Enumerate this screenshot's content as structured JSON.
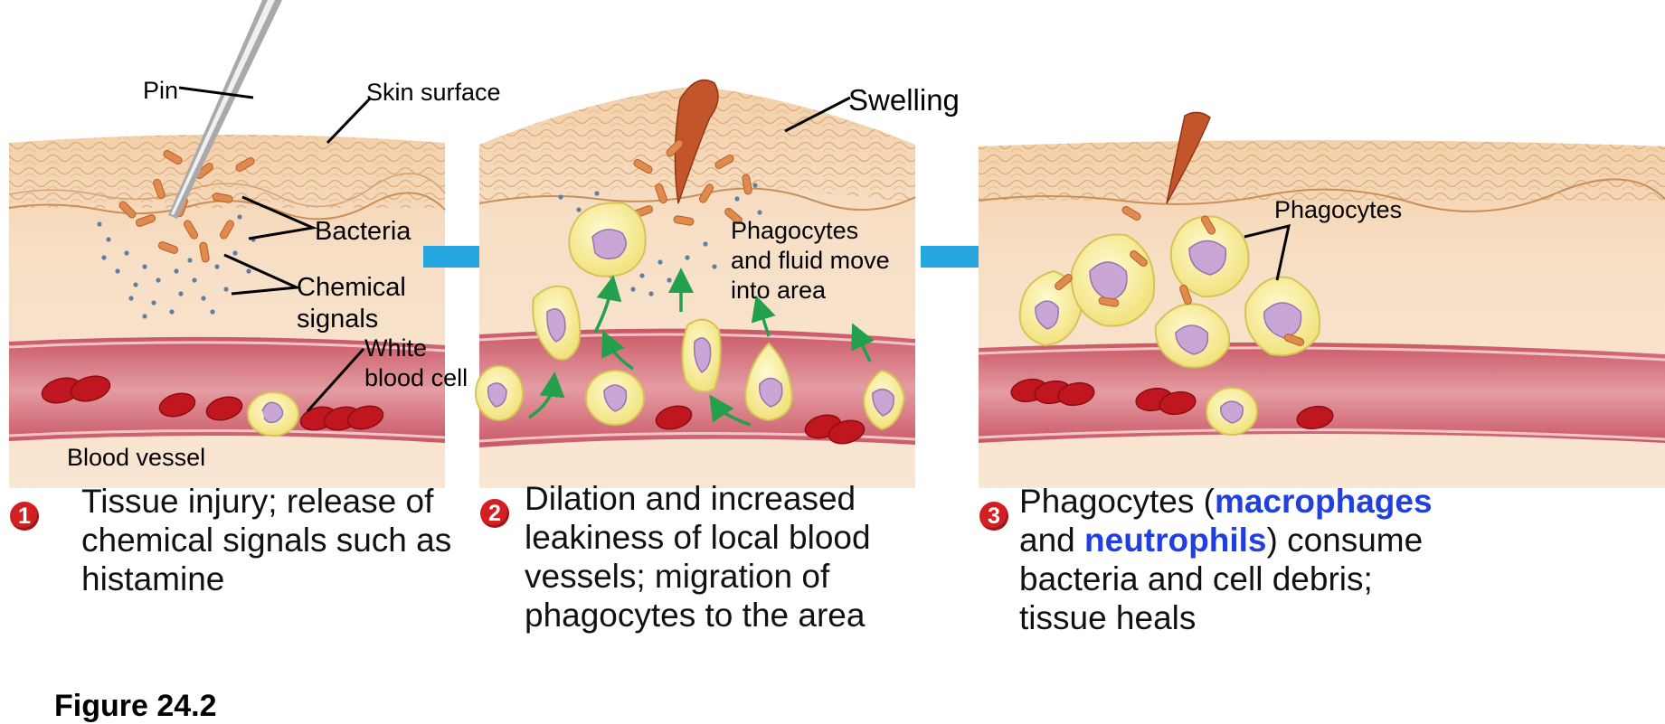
{
  "panels": {
    "p1": {
      "labels": {
        "pin": "Pin",
        "skin": "Skin surface",
        "bacteria": "Bacteria",
        "chem1": "Chemical",
        "chem2": "signals",
        "wbc1": "White",
        "wbc2": "blood cell",
        "vessel": "Blood vessel"
      },
      "step": "1",
      "caption": [
        "Tissue injury; release of",
        "chemical signals such as",
        "histamine"
      ]
    },
    "p2": {
      "labels": {
        "swelling": "Swelling",
        "move1": "Phagocytes",
        "move2": "and fluid move",
        "move3": "into area"
      },
      "step": "2",
      "caption": [
        "Dilation and increased",
        "leakiness of local blood",
        "vessels; migration of",
        "phagocytes to the area"
      ]
    },
    "p3": {
      "labels": {
        "phagocytes": "Phagocytes"
      },
      "step": "3",
      "caption": {
        "l1a": "Phagocytes (",
        "l1b": "macrophages",
        "l2a": "and ",
        "l2b": "neutrophils",
        "l2c": ") consume",
        "l3": "bacteria and cell debris;",
        "l4": "tissue heals"
      }
    }
  },
  "figure_label": "Figure 24.2",
  "colors": {
    "tissue": "#f6dcc2",
    "epidermis": "#f0cfa8",
    "vessel": "#d8737c",
    "rbc": "#c0161f",
    "phagocyte": "#f6ee9c",
    "nucleus": "#c9a6d6",
    "bacteria": "#e08a4d",
    "arrow_blue": "#27a7df",
    "arrow_green": "#23a04b",
    "highlight": "#1f3fe0"
  }
}
